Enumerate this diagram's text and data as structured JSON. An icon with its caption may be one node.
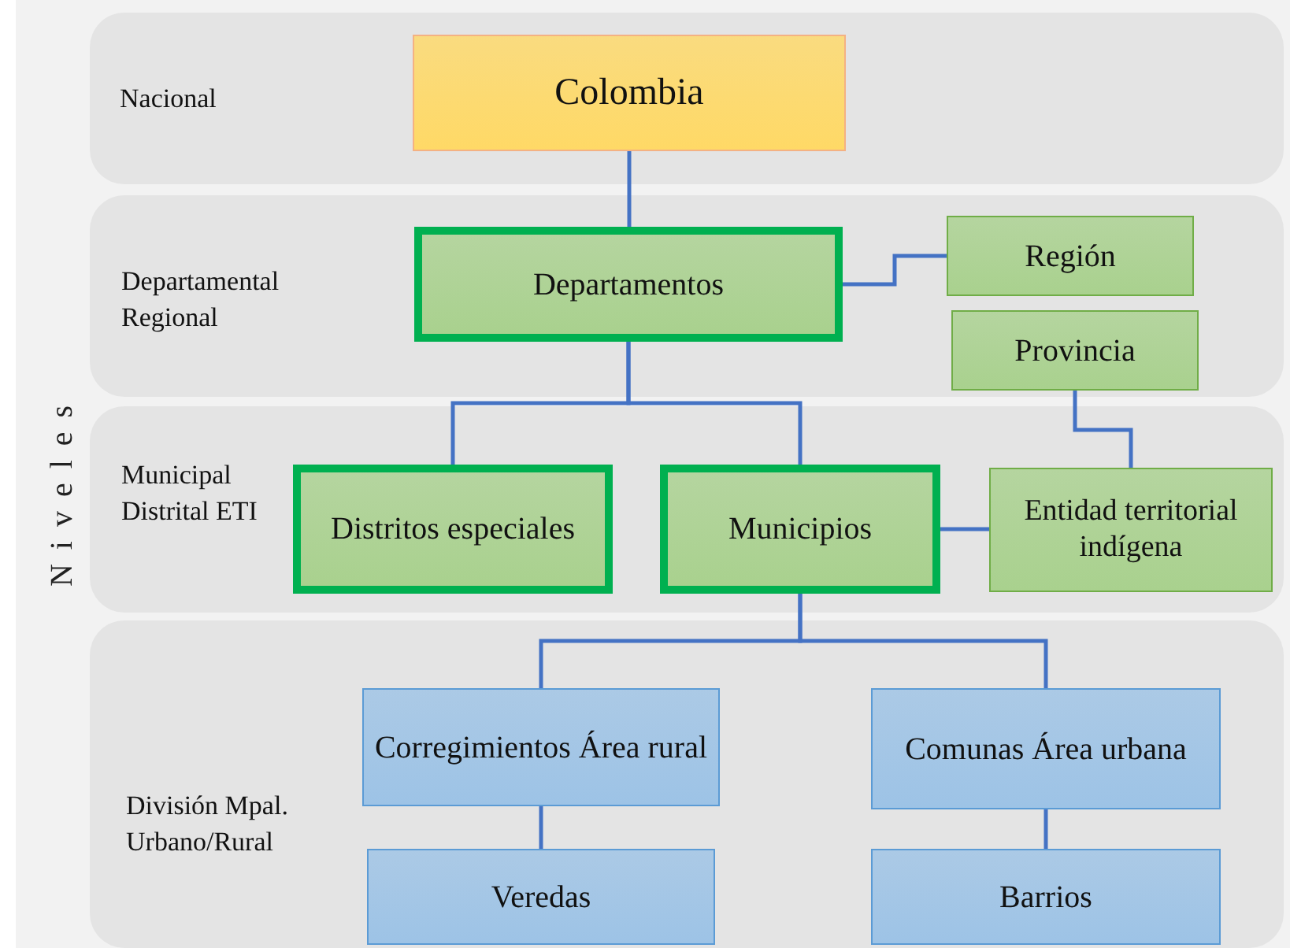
{
  "diagram": {
    "nodes": [
      {
        "text": [
          "Nacional"
        ]
      },
      {
        "text": [
          "Colombia"
        ],
        "in": 0
      },
      {
        "text": [
          "Departamental Regional"
        ]
      },
      {
        "text": [
          "Departamentos"
        ],
        "in": 2
      },
      {
        "text": [
          "Región"
        ],
        "in": 2
      },
      {
        "text": [
          "Provincia"
        ],
        "in": 2
      },
      {
        "text": [
          "Municipal Distrital ETI"
        ]
      },
      {
        "text": [
          "Distritos especiales"
        ],
        "in": 6
      },
      {
        "text": [
          "Municipios"
        ],
        "in": 6
      },
      {
        "text": [
          "Entidad territorial indígena"
        ],
        "in": 6
      },
      {
        "text": [
          "División Mpal. Urbano/Rural"
        ]
      },
      {
        "text": [
          "Corregimientos Área rural"
        ],
        "in": 10
      },
      {
        "text": [
          "Comunas Área urbana"
        ],
        "in": 10
      },
      {
        "text": [
          "Veredas"
        ],
        "in": 10
      },
      {
        "text": [
          "Barrios"
        ],
        "in": 10
      }
    ],
    "edges": [
      {
        "from": 1,
        "to": 3,
        "arrow": "none"
      },
      {
        "from": 3,
        "to": 4,
        "arrow": "none"
      },
      {
        "from": 3,
        "to": 7,
        "arrow": "none"
      },
      {
        "from": 3,
        "to": 8,
        "arrow": "none"
      },
      {
        "from": 5,
        "to": 9,
        "arrow": "none"
      },
      {
        "from": 8,
        "to": 9,
        "arrow": "none"
      },
      {
        "from": 8,
        "to": 11,
        "arrow": "none"
      },
      {
        "from": 8,
        "to": 12,
        "arrow": "none"
      },
      {
        "from": 11,
        "to": 13,
        "arrow": "none"
      },
      {
        "from": 12,
        "to": 14,
        "arrow": "none"
      }
    ],
    "labels": [
      "Niveles"
    ]
  }
}
